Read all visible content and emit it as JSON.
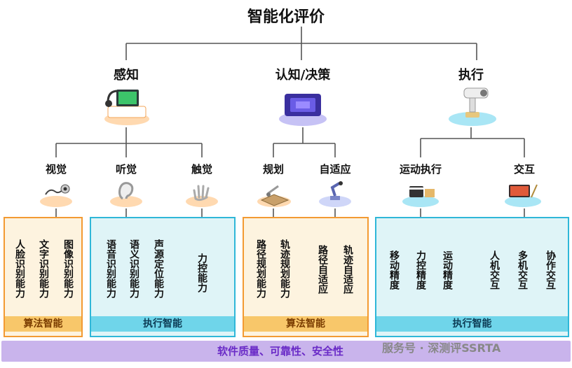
{
  "title": "智能化评价",
  "level1": [
    {
      "label": "感知",
      "icon": "laptop-headset-icon"
    },
    {
      "label": "认知/决策",
      "icon": "chip-icon"
    },
    {
      "label": "执行",
      "icon": "robot-arm-icon"
    }
  ],
  "level2": [
    {
      "label": "视觉",
      "icon": "camera-icon"
    },
    {
      "label": "听觉",
      "icon": "ear-icon"
    },
    {
      "label": "触觉",
      "icon": "hand-icon"
    },
    {
      "label": "规划",
      "icon": "chess-robot-icon"
    },
    {
      "label": "自适应",
      "icon": "robot-arm-small-icon"
    },
    {
      "label": "运动执行",
      "icon": "machine-icon"
    },
    {
      "label": "交互",
      "icon": "computer-icon"
    }
  ],
  "leaves": {
    "vision": [
      "人脸识别能力",
      "文字识别能力",
      "图像识别能力"
    ],
    "hearing": [
      "语音识别能力",
      "语义识别能力",
      "声源定位能力"
    ],
    "touch": [
      "力控能力"
    ],
    "planning": [
      "路径规划能力",
      "轨迹规划能力"
    ],
    "adaptive": [
      "路径自适应",
      "轨迹自适应"
    ],
    "motion": [
      "移动精度",
      "力控精度",
      "运动精度"
    ],
    "interaction": [
      "人机交互",
      "多机交互",
      "协作交互"
    ]
  },
  "footers": {
    "algo1": "算法智能",
    "exec1": "执行智能",
    "algo2": "算法智能",
    "exec2": "执行智能"
  },
  "bottom": "软件质量、可靠性、安全性",
  "watermark": "服务号 · 深测评SSRTA",
  "colors": {
    "orange_border": "#f39a32",
    "orange_fill": "#fdf3df",
    "cyan_border": "#2fb7d8",
    "cyan_fill": "#dff4f7",
    "bottom_band": "#c9b4ec",
    "bottom_text": "#6a2bc7"
  }
}
